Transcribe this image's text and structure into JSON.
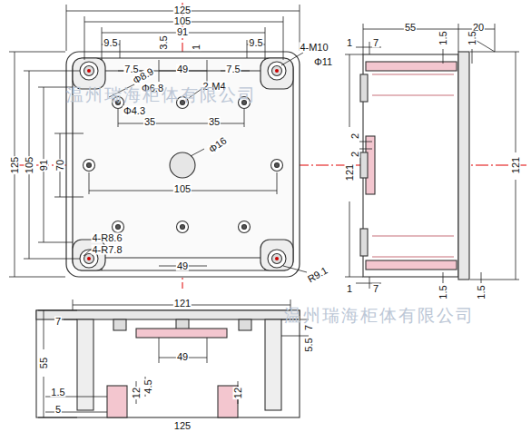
{
  "diagram": {
    "labels": [
      "125",
      "105",
      "91",
      "9.5",
      "3.5",
      "9.5",
      "4-M10",
      "Φ11",
      "7.5",
      "49",
      "7.5",
      "1",
      "2-M4",
      "Φ8.9",
      "Φ6.8",
      "Φ4.3",
      "35",
      "35",
      "Φ16",
      "105",
      "125",
      "105",
      "91",
      "70",
      "4-R8.6",
      "4-R7.8",
      "49",
      "R9.1",
      "温州瑞海柜体有限公司",
      "55",
      "20",
      "1",
      "7",
      "1.5",
      "1.5",
      "2",
      "2",
      "121",
      "121",
      "1",
      "7",
      "1.5",
      "1.5",
      "121",
      "温州瑞海柜体有限公司",
      "7",
      "7",
      "5.5",
      "55",
      "49",
      "1.5",
      "4.5",
      "12",
      "12",
      "5",
      "125"
    ]
  }
}
